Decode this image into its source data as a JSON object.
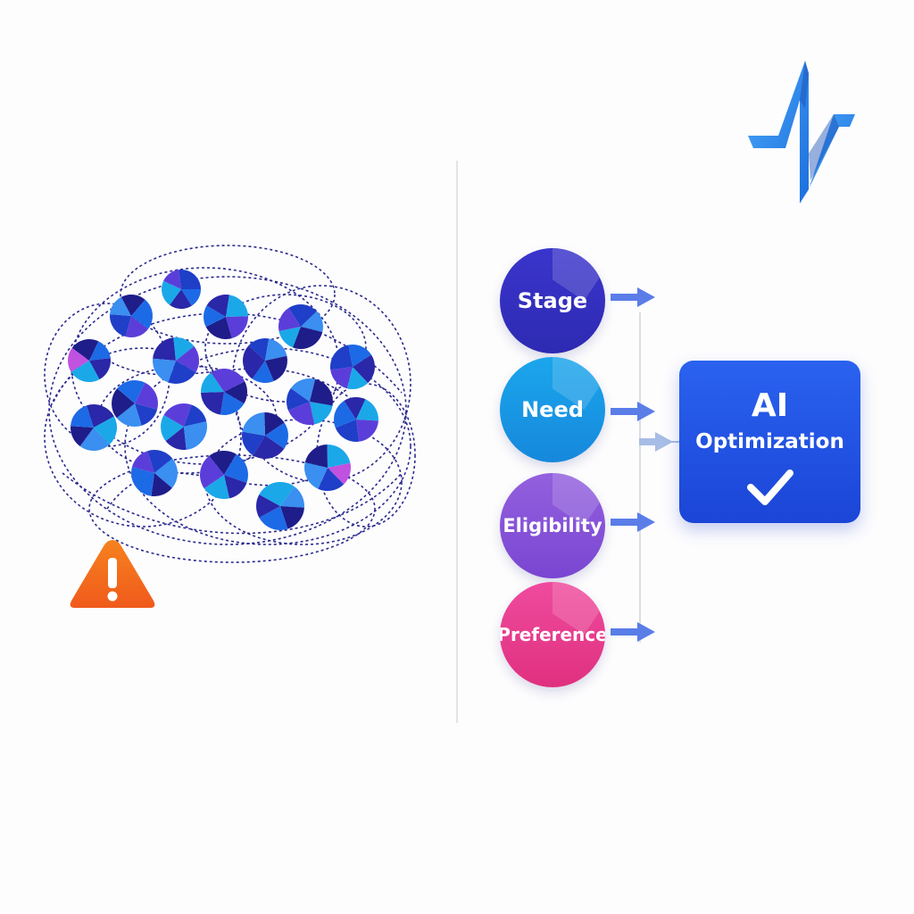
{
  "left_panel": {
    "network_nodes": 19,
    "warning_icon": "warning-triangle-icon",
    "colors": {
      "node_blue": "#1d6ae6",
      "node_indigo": "#2a27a8",
      "node_cyan": "#1ba8e8",
      "node_violet": "#5b3ed9",
      "edge": "#2b2a8c",
      "warning": "#f26b1d"
    }
  },
  "right_panel": {
    "factors": [
      {
        "label": "Stage",
        "color": "#3631c4"
      },
      {
        "label": "Need",
        "color": "#1b9ae6"
      },
      {
        "label": "Eligibility",
        "color": "#8b56db"
      },
      {
        "label": "Preference",
        "color": "#e9388f"
      }
    ],
    "result": {
      "title": "AI",
      "subtitle": "Optimization",
      "icon": "checkmark-icon",
      "color": "#1f4fe0"
    },
    "arrow_color": "#5a7de8"
  },
  "logo": {
    "icon": "pulse-logo-icon",
    "color": "#2f8cee"
  }
}
